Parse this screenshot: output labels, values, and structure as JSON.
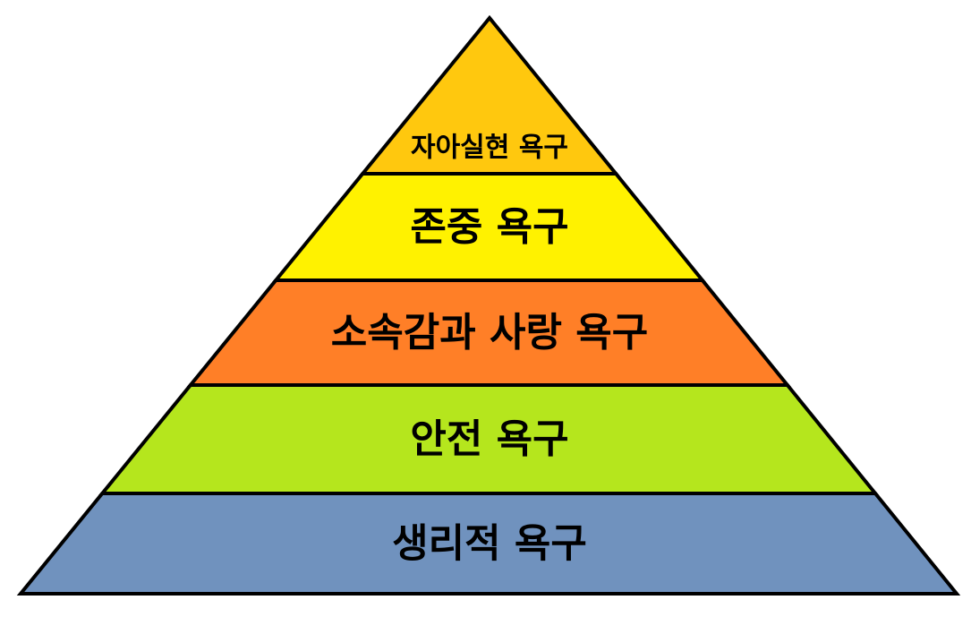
{
  "diagram": {
    "type": "pyramid",
    "levels": [
      {
        "label": "자아실현 욕구",
        "color": "#FFC80E"
      },
      {
        "label": "존중 욕구",
        "color": "#FFF200"
      },
      {
        "label": "소속감과 사랑 욕구",
        "color": "#FF7F27"
      },
      {
        "label": "안전 욕구",
        "color": "#B5E61D"
      },
      {
        "label": "생리적 욕구",
        "color": "#7092BE"
      }
    ],
    "outline_color": "#000000"
  }
}
